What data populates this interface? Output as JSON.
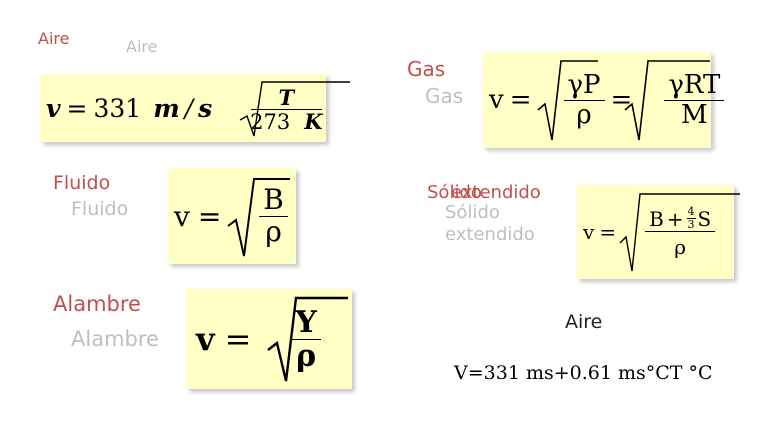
{
  "labels": {
    "aire_red": "Aire",
    "aire_gray": "Aire",
    "fluido_red": "Fluido",
    "fluido_gray": "Fluido",
    "alambre_red": "Alambre",
    "alambre_gray": "Alambre",
    "gas_red": "Gas",
    "gas_gray": "Gas",
    "solido_red_a": "Sólido",
    "solido_red_b": "extendido",
    "solido_gray_1": "Sólido",
    "solido_gray_2": "extendido",
    "aire_bottom": "Aire"
  },
  "formulas": {
    "air": {
      "lhs": "v",
      "eq": "=",
      "coef": "331",
      "unit_m": "m",
      "slash": "/",
      "unit_s": "s",
      "num": "T",
      "den_num": "273",
      "den_k": "K"
    },
    "fluid": {
      "lhs": "v",
      "eq": "=",
      "num": "B",
      "den": "ρ"
    },
    "wire": {
      "lhs": "v",
      "eq": "=",
      "num": "Y",
      "den": "ρ"
    },
    "gas": {
      "lhs": "v",
      "eq": "=",
      "num1": "γP",
      "den1": "ρ",
      "eq2": "=",
      "num2": "γRT",
      "den2": "M"
    },
    "solid": {
      "lhs": "v",
      "eq": "=",
      "num_a": "B",
      "plus": "+",
      "frac_n": "4",
      "frac_d": "3",
      "num_b": "S",
      "den": "ρ"
    }
  },
  "bottom_formula": "V=331 ms+0.61 ms°CT °C"
}
